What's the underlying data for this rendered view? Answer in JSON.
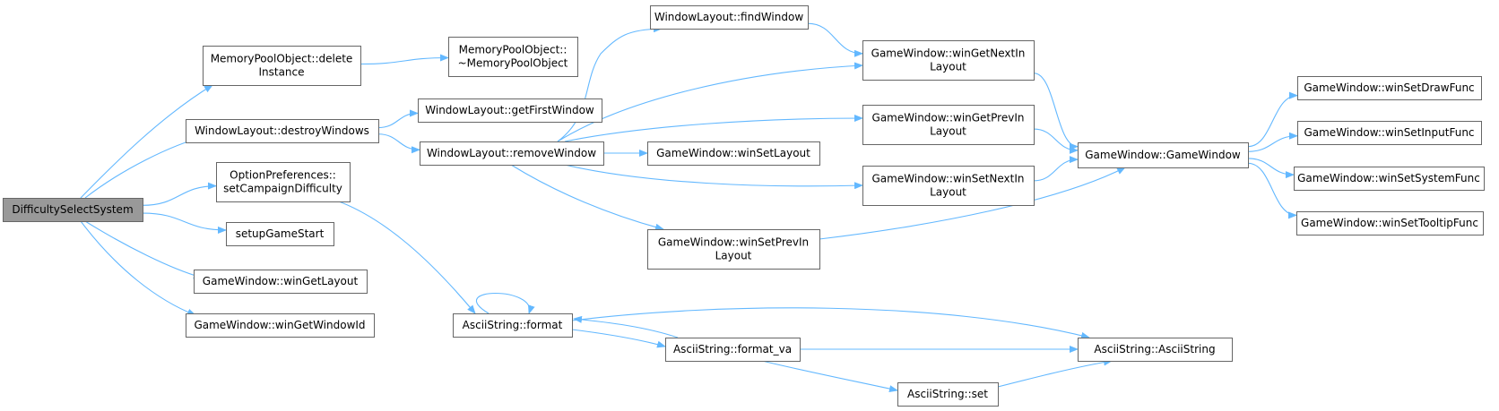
{
  "graph": {
    "type": "call-graph",
    "colors": {
      "edge": "#63b8ff",
      "node_border": "#666666",
      "root_fill": "#999999",
      "node_fill": "#ffffff"
    },
    "nodes": [
      {
        "id": "DifficultySelectSystem",
        "lines": [
          "DifficultySelectSystem"
        ],
        "root": true
      },
      {
        "id": "MemoryPoolObject_deleteInstance",
        "lines": [
          "MemoryPoolObject::delete",
          "Instance"
        ]
      },
      {
        "id": "MemoryPoolObject_dtor",
        "lines": [
          "MemoryPoolObject::",
          "~MemoryPoolObject"
        ]
      },
      {
        "id": "WindowLayout_destroyWindows",
        "lines": [
          "WindowLayout::destroyWindows"
        ]
      },
      {
        "id": "WindowLayout_getFirstWindow",
        "lines": [
          "WindowLayout::getFirstWindow"
        ]
      },
      {
        "id": "WindowLayout_removeWindow",
        "lines": [
          "WindowLayout::removeWindow"
        ]
      },
      {
        "id": "WindowLayout_findWindow",
        "lines": [
          "WindowLayout::findWindow"
        ]
      },
      {
        "id": "GameWindow_winGetNextInLayout",
        "lines": [
          "GameWindow::winGetNextIn",
          "Layout"
        ]
      },
      {
        "id": "GameWindow_winGetPrevInLayout",
        "lines": [
          "GameWindow::winGetPrevIn",
          "Layout"
        ]
      },
      {
        "id": "GameWindow_winSetLayout",
        "lines": [
          "GameWindow::winSetLayout"
        ]
      },
      {
        "id": "GameWindow_winSetNextInLayout",
        "lines": [
          "GameWindow::winSetNextIn",
          "Layout"
        ]
      },
      {
        "id": "GameWindow_winSetPrevInLayout",
        "lines": [
          "GameWindow::winSetPrevIn",
          "Layout"
        ]
      },
      {
        "id": "GameWindow_GameWindow",
        "lines": [
          "GameWindow::GameWindow"
        ]
      },
      {
        "id": "GameWindow_winSetDrawFunc",
        "lines": [
          "GameWindow::winSetDrawFunc"
        ]
      },
      {
        "id": "GameWindow_winSetInputFunc",
        "lines": [
          "GameWindow::winSetInputFunc"
        ]
      },
      {
        "id": "GameWindow_winSetSystemFunc",
        "lines": [
          "GameWindow::winSetSystemFunc"
        ]
      },
      {
        "id": "GameWindow_winSetTooltipFunc",
        "lines": [
          "GameWindow::winSetTooltipFunc"
        ]
      },
      {
        "id": "OptionPreferences_setCampaignDifficulty",
        "lines": [
          "OptionPreferences::",
          "setCampaignDifficulty"
        ]
      },
      {
        "id": "setupGameStart",
        "lines": [
          "setupGameStart"
        ]
      },
      {
        "id": "GameWindow_winGetLayout",
        "lines": [
          "GameWindow::winGetLayout"
        ]
      },
      {
        "id": "GameWindow_winGetWindowId",
        "lines": [
          "GameWindow::winGetWindowId"
        ]
      },
      {
        "id": "AsciiString_format",
        "lines": [
          "AsciiString::format"
        ]
      },
      {
        "id": "AsciiString_format_va",
        "lines": [
          "AsciiString::format_va"
        ]
      },
      {
        "id": "AsciiString_AsciiString",
        "lines": [
          "AsciiString::AsciiString"
        ]
      },
      {
        "id": "AsciiString_set",
        "lines": [
          "AsciiString::set"
        ]
      }
    ],
    "edges": [
      {
        "from": "DifficultySelectSystem",
        "to": "MemoryPoolObject_deleteInstance"
      },
      {
        "from": "DifficultySelectSystem",
        "to": "WindowLayout_destroyWindows"
      },
      {
        "from": "DifficultySelectSystem",
        "to": "OptionPreferences_setCampaignDifficulty"
      },
      {
        "from": "DifficultySelectSystem",
        "to": "setupGameStart"
      },
      {
        "from": "DifficultySelectSystem",
        "to": "GameWindow_winGetLayout"
      },
      {
        "from": "DifficultySelectSystem",
        "to": "GameWindow_winGetWindowId"
      },
      {
        "from": "MemoryPoolObject_deleteInstance",
        "to": "MemoryPoolObject_dtor"
      },
      {
        "from": "WindowLayout_destroyWindows",
        "to": "WindowLayout_getFirstWindow"
      },
      {
        "from": "WindowLayout_destroyWindows",
        "to": "WindowLayout_removeWindow"
      },
      {
        "from": "WindowLayout_removeWindow",
        "to": "WindowLayout_findWindow"
      },
      {
        "from": "WindowLayout_removeWindow",
        "to": "GameWindow_winGetNextInLayout"
      },
      {
        "from": "WindowLayout_removeWindow",
        "to": "GameWindow_winGetPrevInLayout"
      },
      {
        "from": "WindowLayout_removeWindow",
        "to": "GameWindow_winSetLayout"
      },
      {
        "from": "WindowLayout_removeWindow",
        "to": "GameWindow_winSetNextInLayout"
      },
      {
        "from": "WindowLayout_removeWindow",
        "to": "GameWindow_winSetPrevInLayout"
      },
      {
        "from": "WindowLayout_findWindow",
        "to": "GameWindow_winGetNextInLayout"
      },
      {
        "from": "GameWindow_winGetNextInLayout",
        "to": "GameWindow_GameWindow"
      },
      {
        "from": "GameWindow_winGetPrevInLayout",
        "to": "GameWindow_GameWindow"
      },
      {
        "from": "GameWindow_winSetNextInLayout",
        "to": "GameWindow_GameWindow"
      },
      {
        "from": "GameWindow_winSetPrevInLayout",
        "to": "GameWindow_GameWindow"
      },
      {
        "from": "GameWindow_GameWindow",
        "to": "GameWindow_winSetDrawFunc"
      },
      {
        "from": "GameWindow_GameWindow",
        "to": "GameWindow_winSetInputFunc"
      },
      {
        "from": "GameWindow_GameWindow",
        "to": "GameWindow_winSetSystemFunc"
      },
      {
        "from": "GameWindow_GameWindow",
        "to": "GameWindow_winSetTooltipFunc"
      },
      {
        "from": "OptionPreferences_setCampaignDifficulty",
        "to": "AsciiString_format"
      },
      {
        "from": "AsciiString_format",
        "to": "AsciiString_format"
      },
      {
        "from": "AsciiString_format",
        "to": "AsciiString_format_va"
      },
      {
        "from": "AsciiString_format",
        "to": "AsciiString_AsciiString"
      },
      {
        "from": "AsciiString_format_va",
        "to": "AsciiString_format"
      },
      {
        "from": "AsciiString_format_va",
        "to": "AsciiString_AsciiString"
      },
      {
        "from": "AsciiString_format_va",
        "to": "AsciiString_set"
      },
      {
        "from": "AsciiString_set",
        "to": "AsciiString_AsciiString"
      }
    ]
  }
}
